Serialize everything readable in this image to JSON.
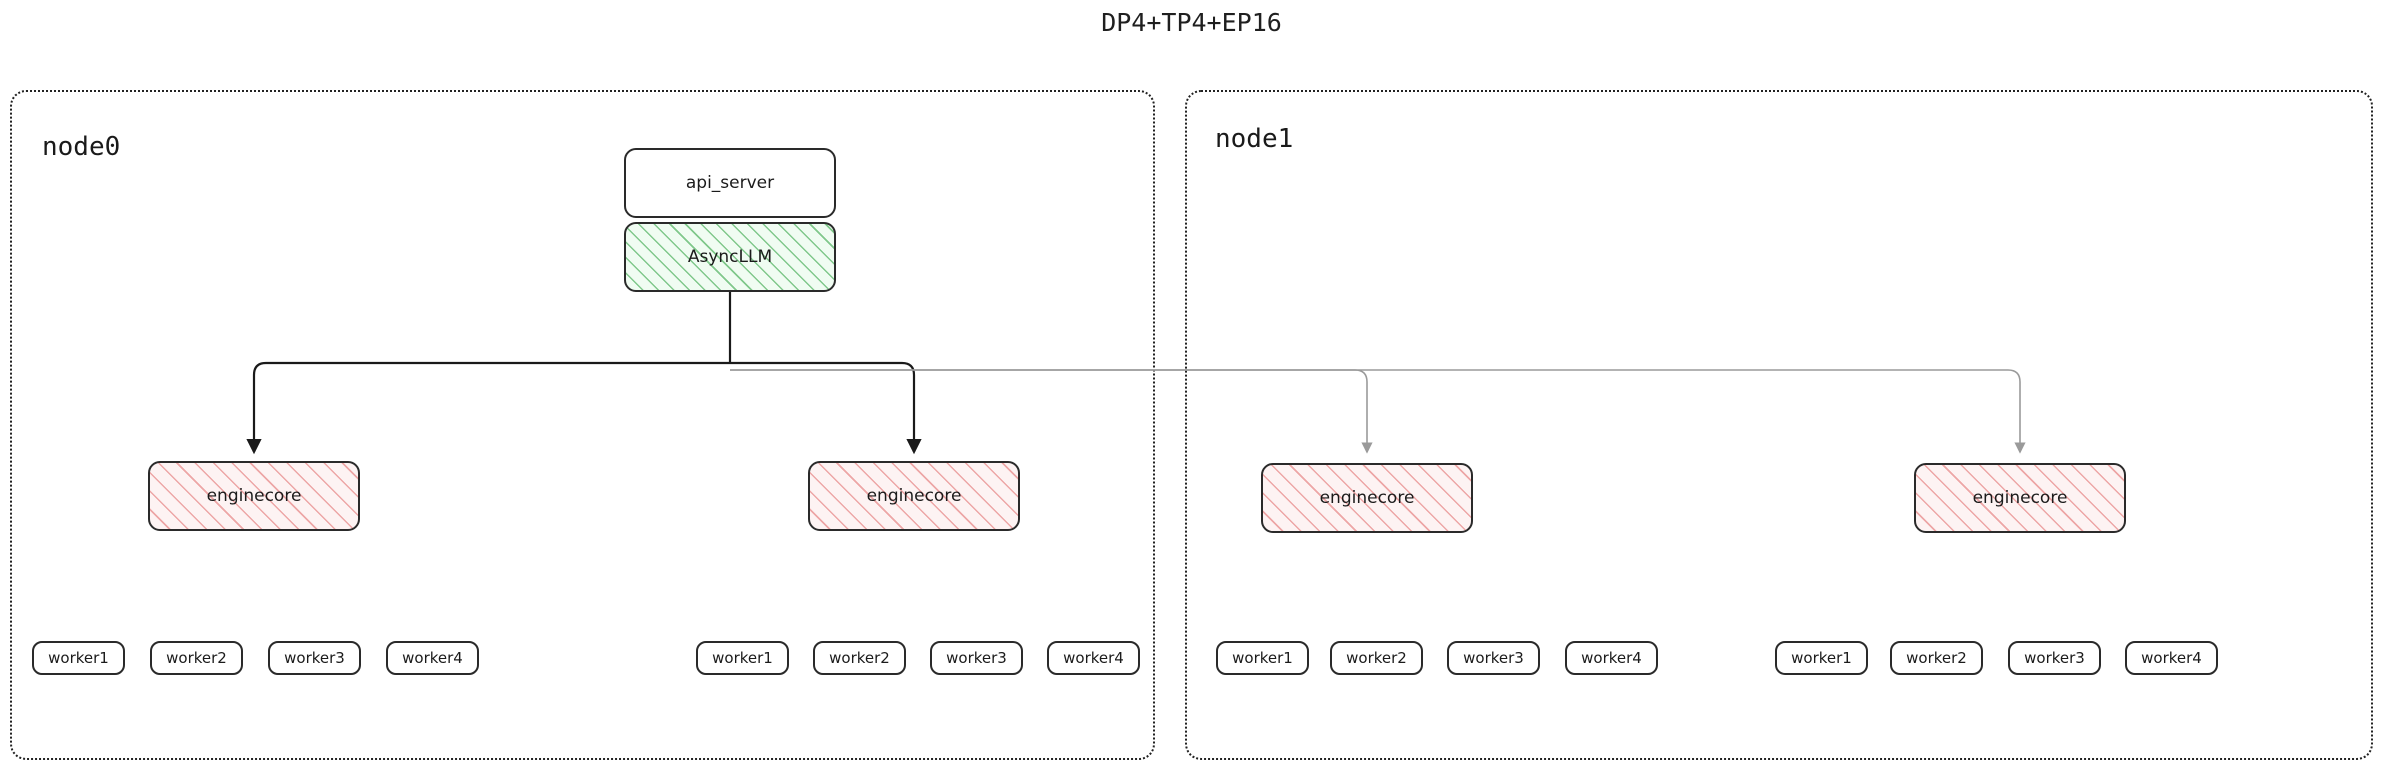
{
  "title": "DP4+TP4+EP16",
  "colors": {
    "stroke": "#2a2a2a",
    "link_dark": "#1a1a1a",
    "link_light": "#9a9a9a",
    "async_llm_fill": "#6abe77",
    "enginecore_fill": "#e88c8c",
    "cluster_border": "#222222"
  },
  "nodes": [
    {
      "id": "node0",
      "label": "node0",
      "engines": [
        {
          "label": "enginecore",
          "workers": [
            {
              "label": "worker1"
            },
            {
              "label": "worker2"
            },
            {
              "label": "worker3"
            },
            {
              "label": "worker4"
            }
          ]
        },
        {
          "label": "enginecore",
          "workers": [
            {
              "label": "worker1"
            },
            {
              "label": "worker2"
            },
            {
              "label": "worker3"
            },
            {
              "label": "worker4"
            }
          ]
        }
      ]
    },
    {
      "id": "node1",
      "label": "node1",
      "engines": [
        {
          "label": "enginecore",
          "workers": [
            {
              "label": "worker1"
            },
            {
              "label": "worker2"
            },
            {
              "label": "worker3"
            },
            {
              "label": "worker4"
            }
          ]
        },
        {
          "label": "enginecore",
          "workers": [
            {
              "label": "worker1"
            },
            {
              "label": "worker2"
            },
            {
              "label": "worker3"
            },
            {
              "label": "worker4"
            }
          ]
        }
      ]
    }
  ],
  "frontend": {
    "api_server": {
      "label": "api_server"
    },
    "async_llm": {
      "label": "AsyncLLM"
    }
  }
}
